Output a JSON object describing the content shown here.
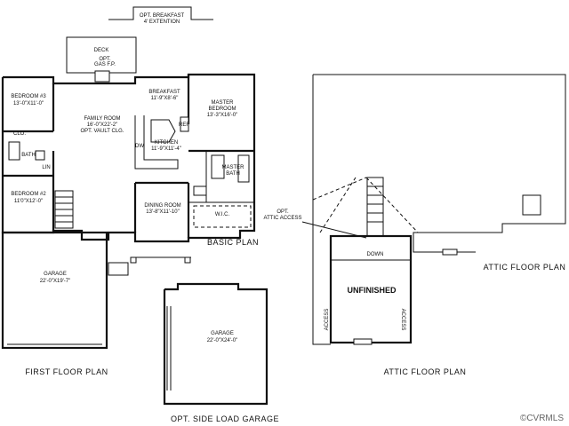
{
  "first_floor": {
    "caption": "FIRST FLOOR PLAN",
    "opt_breakfast": [
      "OPT. BREAKFAST",
      "4' EXTENTION"
    ],
    "deck": "DECK",
    "opt_gas_fp": [
      "OPT.",
      "GAS F.P."
    ],
    "bedroom3": [
      "BEDROOM #3",
      "13'-0\"X11'-0\""
    ],
    "family_room": [
      "FAMILY ROOM",
      "16'-0\"X22'-2\"",
      "OPT. VAULT CLG."
    ],
    "breakfast": [
      "BREAKFAST",
      "11'-9\"X8'-6\""
    ],
    "master_bedroom": [
      "MASTER",
      "BEDROOM",
      "13'-3\"X16'-0\""
    ],
    "clo": "CLO.",
    "bath": "BATH",
    "lin": "LIN",
    "dw": "DW",
    "ref": "REF",
    "kitchen": [
      "KITCHEN",
      "11'-9\"X11'-4\""
    ],
    "master_bath": [
      "MASTER",
      "BATH"
    ],
    "bedroom2": [
      "BEDROOM #2",
      "11'0\"X12'-0\""
    ],
    "dining_room": [
      "DINING ROOM",
      "13'-8\"X11'-10\""
    ],
    "wic": "W.I.C.",
    "basic_plan": "BASIC PLAN",
    "garage": [
      "GARAGE",
      "22'-0\"X19'-7\""
    ]
  },
  "side_load": {
    "garage": [
      "GARAGE",
      "22'-0\"X24'-0\""
    ],
    "caption": "OPT. SIDE LOAD GARAGE"
  },
  "attic": {
    "caption": "ATTIC FLOOR PLAN",
    "opt_access": [
      "OPT.",
      "ATTIC ACCESS"
    ],
    "down": "DOWN",
    "unfinished": "UNFINISHED",
    "access_left": "ACCESS",
    "access_right": "ACCESS",
    "right_caption": "ATTIC FLOOR PLAN"
  },
  "watermark": "©CVRMLS"
}
